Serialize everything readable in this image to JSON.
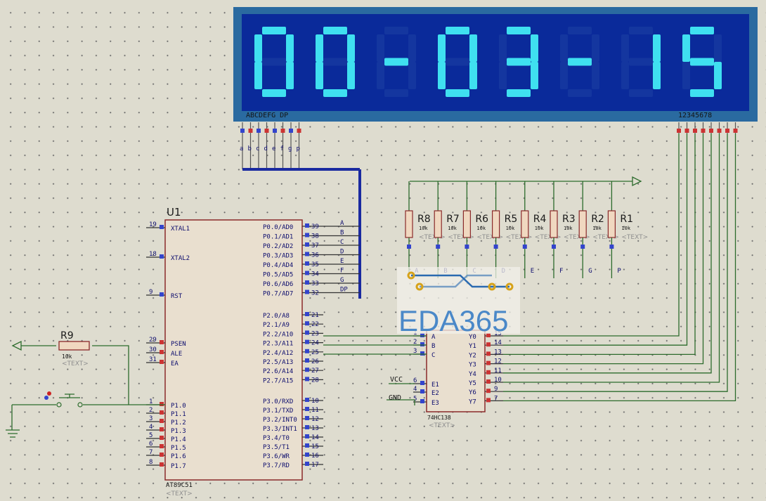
{
  "display": {
    "digits": "00-03-15",
    "segment_pins_label": "ABCDEFG DP",
    "segment_pin_letters": [
      "A",
      "B",
      "C",
      "D",
      "E",
      "F",
      "G",
      "P"
    ],
    "digit_pins_label": "12345678",
    "bg_color": "#0a2a9a",
    "lit_color": "#3fe0f0",
    "frame_color": "#2a6aa0"
  },
  "mcu": {
    "ref": "U1",
    "part": "AT89C51",
    "text_tag": "<TEXT>",
    "left_pins": [
      {
        "num": "19",
        "name": "XTAL1"
      },
      {
        "num": "18",
        "name": "XTAL2"
      },
      {
        "num": "9",
        "name": "RST"
      },
      {
        "num": "29",
        "name": "PSEN"
      },
      {
        "num": "30",
        "name": "ALE"
      },
      {
        "num": "31",
        "name": "EA"
      },
      {
        "num": "1",
        "name": "P1.0"
      },
      {
        "num": "2",
        "name": "P1.1"
      },
      {
        "num": "3",
        "name": "P1.2"
      },
      {
        "num": "4",
        "name": "P1.3"
      },
      {
        "num": "5",
        "name": "P1.4"
      },
      {
        "num": "6",
        "name": "P1.5"
      },
      {
        "num": "7",
        "name": "P1.6"
      },
      {
        "num": "8",
        "name": "P1.7"
      }
    ],
    "right_pins": [
      {
        "num": "39",
        "name": "P0.0/AD0",
        "net": "A"
      },
      {
        "num": "38",
        "name": "P0.1/AD1",
        "net": "B"
      },
      {
        "num": "37",
        "name": "P0.2/AD2",
        "net": "C"
      },
      {
        "num": "36",
        "name": "P0.3/AD3",
        "net": "D"
      },
      {
        "num": "35",
        "name": "P0.4/AD4",
        "net": "E"
      },
      {
        "num": "34",
        "name": "P0.5/AD5",
        "net": "F"
      },
      {
        "num": "33",
        "name": "P0.6/AD6",
        "net": "G"
      },
      {
        "num": "32",
        "name": "P0.7/AD7",
        "net": "DP"
      },
      {
        "num": "21",
        "name": "P2.0/A8",
        "net": ""
      },
      {
        "num": "22",
        "name": "P2.1/A9",
        "net": ""
      },
      {
        "num": "23",
        "name": "P2.2/A10",
        "net": ""
      },
      {
        "num": "24",
        "name": "P2.3/A11",
        "net": ""
      },
      {
        "num": "25",
        "name": "P2.4/A12",
        "net": ""
      },
      {
        "num": "26",
        "name": "P2.5/A13",
        "net": ""
      },
      {
        "num": "27",
        "name": "P2.6/A14",
        "net": ""
      },
      {
        "num": "28",
        "name": "P2.7/A15",
        "net": ""
      },
      {
        "num": "10",
        "name": "P3.0/RXD",
        "net": ""
      },
      {
        "num": "11",
        "name": "P3.1/TXD",
        "net": ""
      },
      {
        "num": "12",
        "name": "P3.2/INT0",
        "net": ""
      },
      {
        "num": "13",
        "name": "P3.3/INT1",
        "net": ""
      },
      {
        "num": "14",
        "name": "P3.4/T0",
        "net": ""
      },
      {
        "num": "15",
        "name": "P3.5/T1",
        "net": ""
      },
      {
        "num": "16",
        "name": "P3.6/WR",
        "net": ""
      },
      {
        "num": "17",
        "name": "P3.7/RD",
        "net": ""
      }
    ]
  },
  "decoder": {
    "part": "74HC138",
    "text_tag": "<TEXT>",
    "inputs": [
      {
        "num": "1",
        "name": "A"
      },
      {
        "num": "2",
        "name": "B"
      },
      {
        "num": "3",
        "name": "C"
      },
      {
        "num": "6",
        "name": "E1"
      },
      {
        "num": "4",
        "name": "E2"
      },
      {
        "num": "5",
        "name": "E3"
      }
    ],
    "outputs": [
      {
        "num": "15",
        "name": "Y0"
      },
      {
        "num": "14",
        "name": "Y1"
      },
      {
        "num": "13",
        "name": "Y2"
      },
      {
        "num": "12",
        "name": "Y3"
      },
      {
        "num": "11",
        "name": "Y4"
      },
      {
        "num": "10",
        "name": "Y5"
      },
      {
        "num": "9",
        "name": "Y6"
      },
      {
        "num": "7",
        "name": "Y7"
      }
    ],
    "vcc_label": "VCC",
    "gnd_label": "GND"
  },
  "resistors": {
    "labels": [
      "R8",
      "R7",
      "R6",
      "R5",
      "R4",
      "R3",
      "R2",
      "R1"
    ],
    "value": "10k",
    "text_tag": "<TEXT>",
    "bottom_nets": [
      "A",
      "B",
      "C",
      "D",
      "E",
      "F",
      "G",
      "P"
    ]
  },
  "reset_resistor": {
    "label": "R9",
    "value": "10k",
    "text_tag": "<TEXT>"
  },
  "watermark": {
    "text": "EDA365",
    "color": "#4a88c8"
  }
}
